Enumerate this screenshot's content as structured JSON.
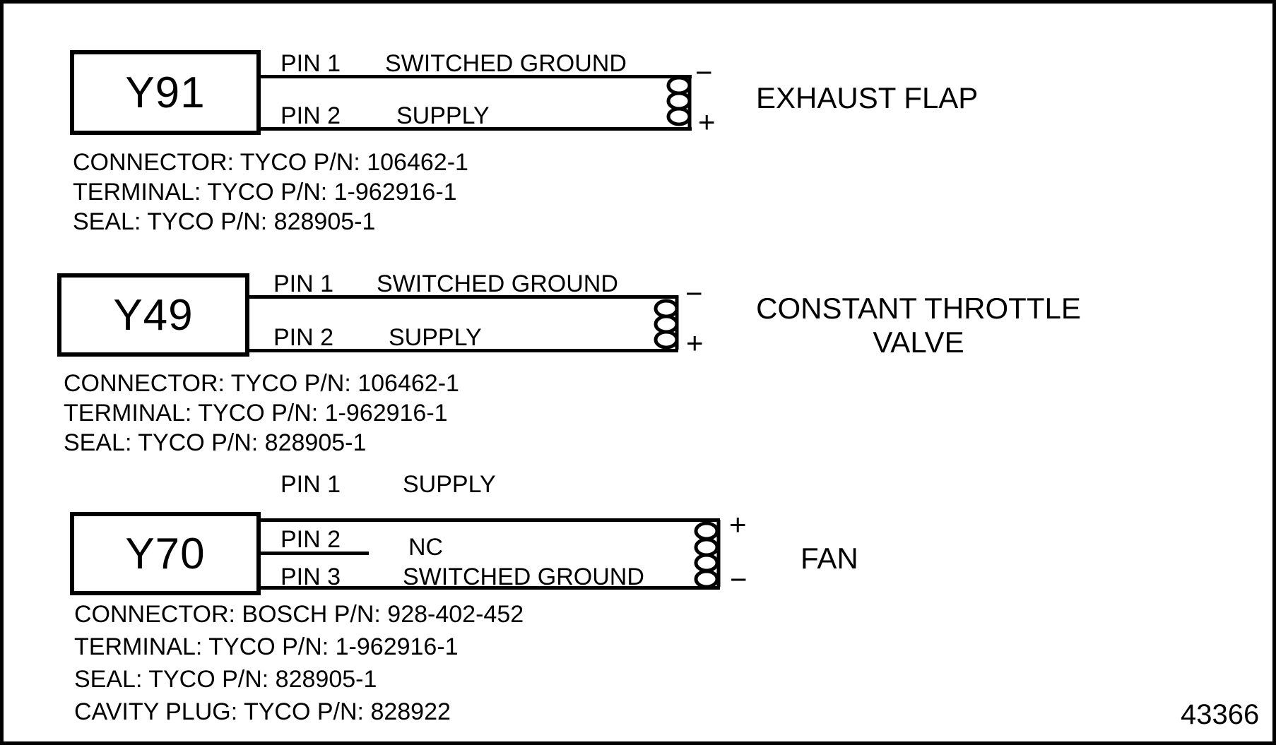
{
  "figure_number": "43366",
  "sections": [
    {
      "id": "Y91",
      "label": "Y91",
      "device": "EXHAUST FLAP",
      "polarity_top": "−",
      "polarity_bottom": "+",
      "pins": [
        {
          "name": "PIN 1",
          "signal": "SWITCHED GROUND"
        },
        {
          "name": "PIN 2",
          "signal": "SUPPLY"
        }
      ],
      "parts": [
        "CONNECTOR: TYCO P/N: 106462-1",
        "TERMINAL: TYCO P/N: 1-962916-1",
        "SEAL: TYCO P/N: 828905-1"
      ]
    },
    {
      "id": "Y49",
      "label": "Y49",
      "device_line1": "CONSTANT THROTTLE",
      "device_line2": "VALVE",
      "polarity_top": "−",
      "polarity_bottom": "+",
      "pins": [
        {
          "name": "PIN 1",
          "signal": "SWITCHED GROUND"
        },
        {
          "name": "PIN 2",
          "signal": "SUPPLY"
        }
      ],
      "parts": [
        "CONNECTOR: TYCO P/N: 106462-1",
        "TERMINAL: TYCO P/N: 1-962916-1",
        "SEAL: TYCO P/N: 828905-1"
      ]
    },
    {
      "id": "Y70",
      "label": "Y70",
      "device": "FAN",
      "polarity_top": "+",
      "polarity_bottom": "−",
      "pins": [
        {
          "name": "PIN 1",
          "signal": "SUPPLY"
        },
        {
          "name": "PIN 2",
          "signal": "NC"
        },
        {
          "name": "PIN 3",
          "signal": "SWITCHED GROUND"
        }
      ],
      "parts": [
        "CONNECTOR: BOSCH P/N: 928-402-452",
        "TERMINAL: TYCO P/N: 1-962916-1",
        "SEAL: TYCO P/N: 828905-1",
        "CAVITY PLUG: TYCO P/N: 828922"
      ]
    }
  ]
}
